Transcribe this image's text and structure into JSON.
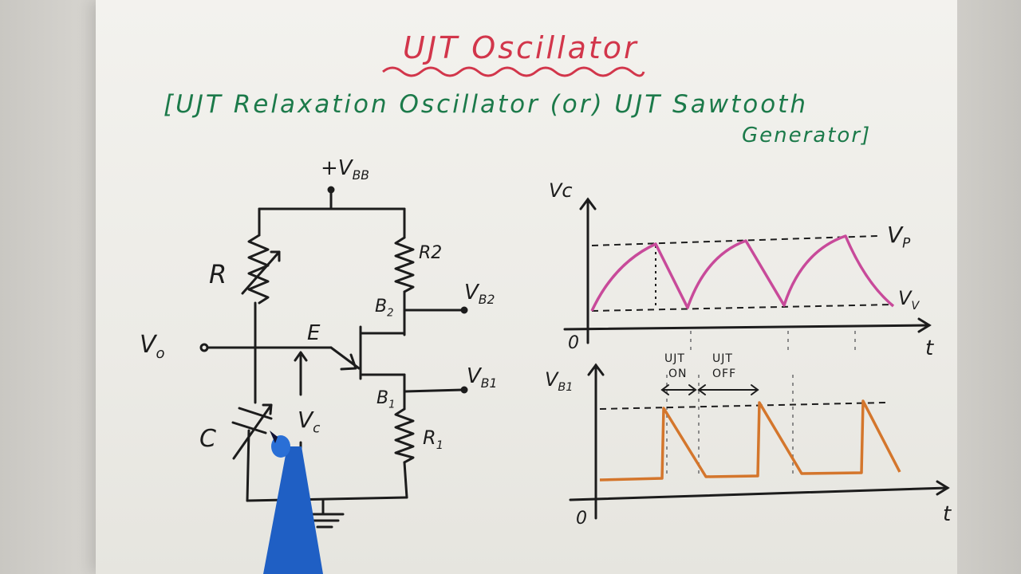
{
  "title": "UJT Oscillator",
  "subtitle_line1": "[UJT Relaxation Oscillator (or) UJT Sawtooth",
  "subtitle_line2": "Generator]",
  "circuit": {
    "supply_label": "+V",
    "supply_sub": "BB",
    "r_label": "R",
    "r2_label": "R2",
    "b2_label": "B",
    "b2_sub": "2",
    "vb2_label": "V",
    "vb2_sub": "B2",
    "vo_label": "V",
    "vo_sub": "o",
    "e_label": "E",
    "vc_label": "V",
    "vc_sub": "c",
    "b1_label": "B",
    "b1_sub": "1",
    "vb1_label": "V",
    "vb1_sub": "B1",
    "c_label": "C",
    "r1_label": "R",
    "r1_sub": "1"
  },
  "graph_top": {
    "y_label": "Vc",
    "origin": "0",
    "x_label": "t",
    "peak_label": "V",
    "peak_sub": "P",
    "valley_label": "V",
    "valley_sub": "V"
  },
  "graph_bottom": {
    "y_label": "V",
    "y_sub": "B1",
    "origin": "0",
    "x_label": "t",
    "on_label_1": "UJT",
    "on_label_2": "ON",
    "off_label_1": "UJT",
    "off_label_2": "OFF"
  },
  "colors": {
    "title": "#d2364b",
    "subtitle": "#1c7a4a",
    "ink": "#1c1c1c",
    "vc_wave": "#c84a9a",
    "vb1_wave": "#d4762c"
  }
}
